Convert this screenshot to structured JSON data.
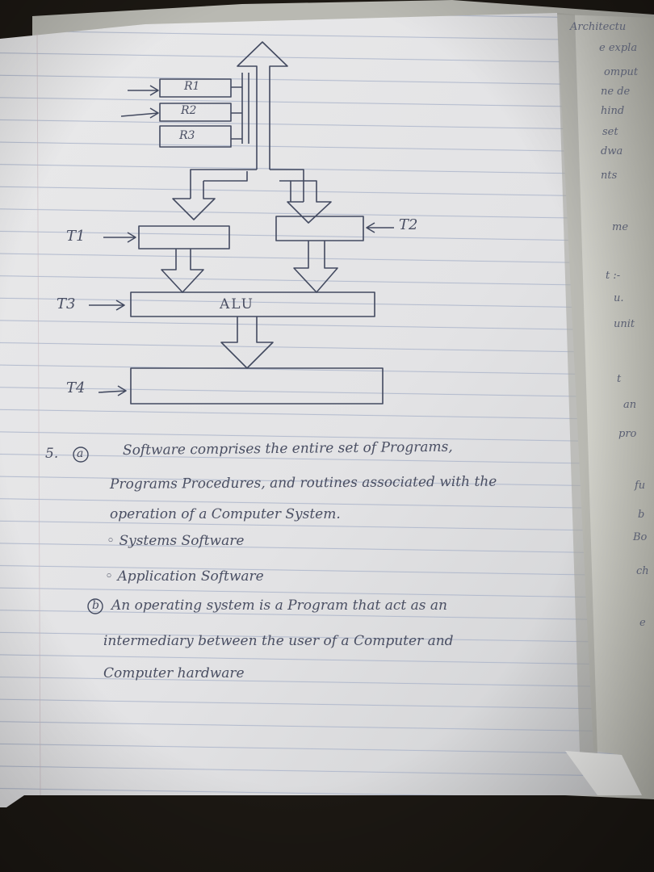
{
  "diagram": {
    "registers": [
      "R1",
      "R2",
      "R3"
    ],
    "timing_labels": {
      "t1": "T1",
      "t2": "T2",
      "t3": "T3",
      "t4": "T4"
    },
    "alu_label": "ALU"
  },
  "notes": {
    "question_number": "5.",
    "part_a_marker": "a",
    "part_a_lines": [
      "Software comprises the entire set of Programs,",
      "Programs Procedures, and routines associated with the",
      "operation of a Computer System."
    ],
    "bullets": [
      "Systems Software",
      "Application Software"
    ],
    "part_b_marker": "b",
    "part_b_lines": [
      "An operating system is a Program that act as an",
      "intermediary between the user of a Computer and",
      "Computer hardware"
    ]
  },
  "right_page_fragments": [
    "Architectu",
    "e expla",
    "omput",
    "ne de",
    "hind",
    "set",
    "dwa",
    "nts",
    "me",
    "t :-",
    "u.",
    "unit",
    "t",
    "an",
    "pro",
    "fu",
    "b",
    "Bo",
    "ch",
    "e"
  ]
}
